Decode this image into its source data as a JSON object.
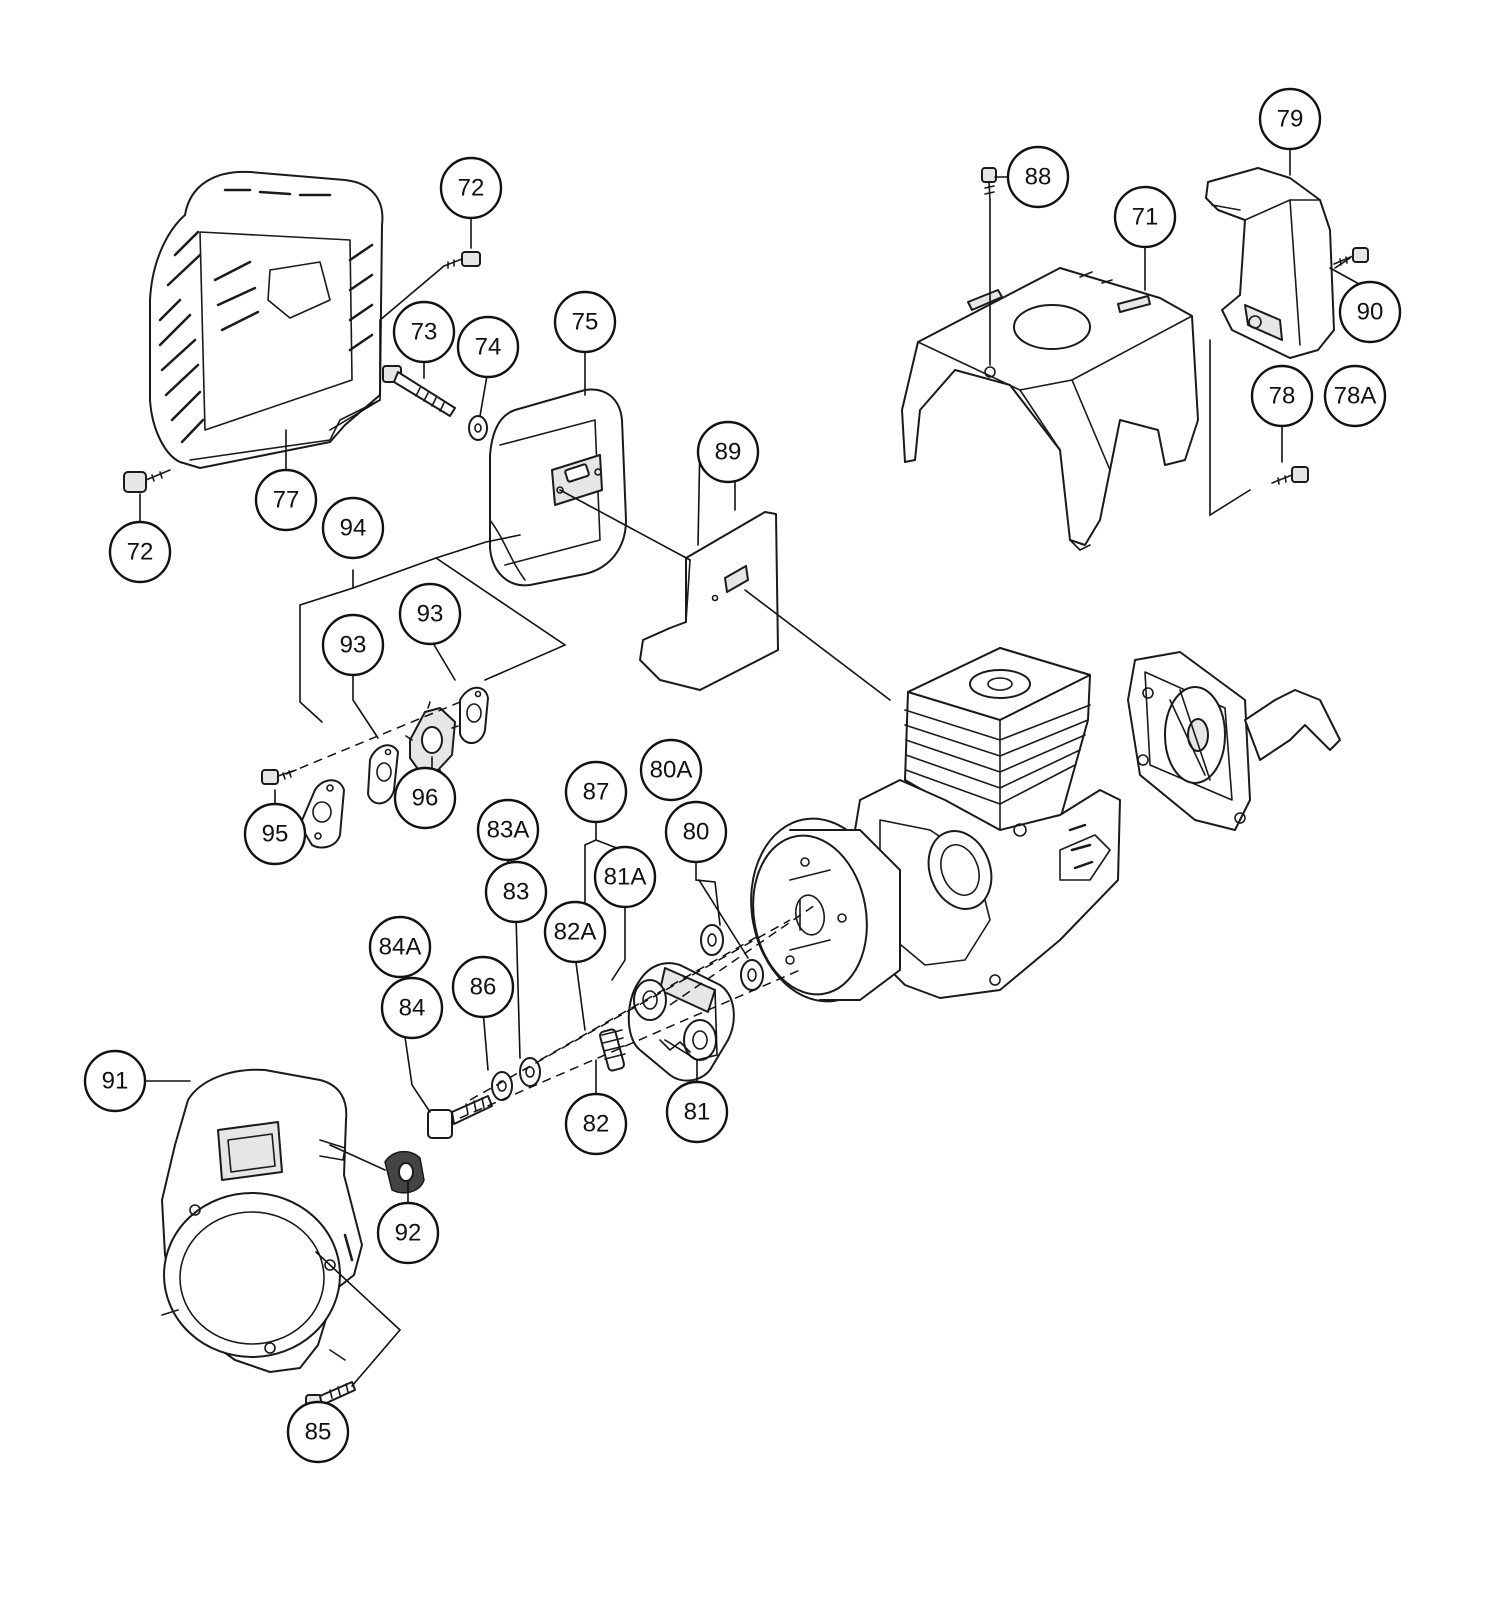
{
  "callouts": [
    {
      "id": "c72a",
      "label": "72"
    },
    {
      "id": "c72b",
      "label": "72"
    },
    {
      "id": "c73",
      "label": "73"
    },
    {
      "id": "c74",
      "label": "74"
    },
    {
      "id": "c75",
      "label": "75"
    },
    {
      "id": "c77",
      "label": "77"
    },
    {
      "id": "c89",
      "label": "89"
    },
    {
      "id": "c88",
      "label": "88"
    },
    {
      "id": "c71",
      "label": "71"
    },
    {
      "id": "c79",
      "label": "79"
    },
    {
      "id": "c90",
      "label": "90"
    },
    {
      "id": "c78",
      "label": "78"
    },
    {
      "id": "c78A",
      "label": "78A"
    },
    {
      "id": "c94",
      "label": "94"
    },
    {
      "id": "c93a",
      "label": "93"
    },
    {
      "id": "c93b",
      "label": "93"
    },
    {
      "id": "c96",
      "label": "96"
    },
    {
      "id": "c95",
      "label": "95"
    },
    {
      "id": "c87",
      "label": "87"
    },
    {
      "id": "c80A",
      "label": "80A"
    },
    {
      "id": "c80",
      "label": "80"
    },
    {
      "id": "c83A",
      "label": "83A"
    },
    {
      "id": "c83",
      "label": "83"
    },
    {
      "id": "c81A",
      "label": "81A"
    },
    {
      "id": "c82A",
      "label": "82A"
    },
    {
      "id": "c84A",
      "label": "84A"
    },
    {
      "id": "c84",
      "label": "84"
    },
    {
      "id": "c86",
      "label": "86"
    },
    {
      "id": "c82",
      "label": "82"
    },
    {
      "id": "c81",
      "label": "81"
    },
    {
      "id": "c91",
      "label": "91"
    },
    {
      "id": "c92",
      "label": "92"
    },
    {
      "id": "c85",
      "label": "85"
    }
  ]
}
